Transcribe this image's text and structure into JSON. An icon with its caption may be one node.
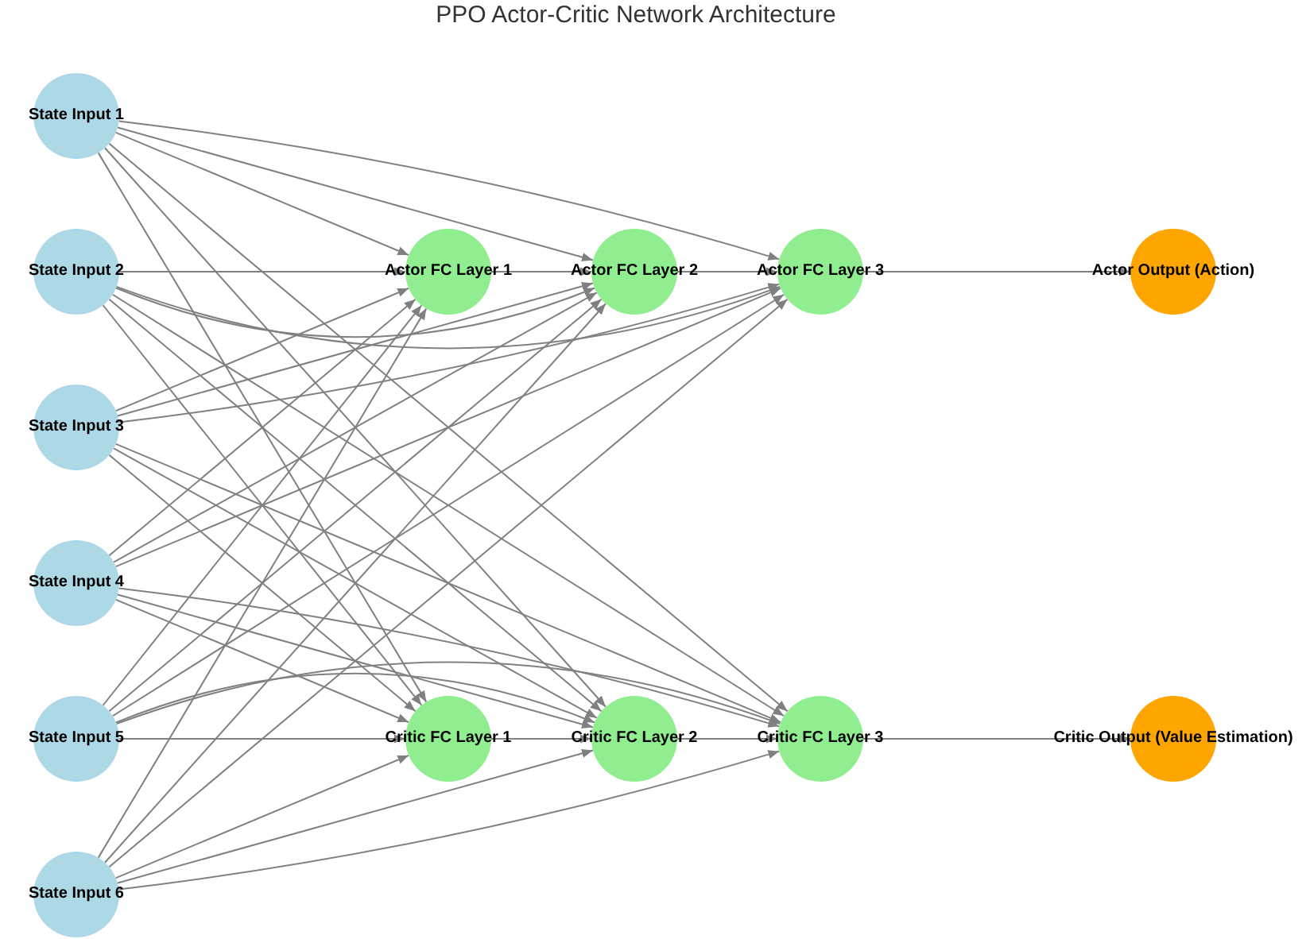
{
  "diagram": {
    "title": "PPO Actor-Critic Network Architecture",
    "nodes": [
      {
        "text": [
          "State Input 1"
        ]
      },
      {
        "text": [
          "State Input 2"
        ]
      },
      {
        "text": [
          "State Input 3"
        ]
      },
      {
        "text": [
          "State Input 4"
        ]
      },
      {
        "text": [
          "State Input 5"
        ]
      },
      {
        "text": [
          "State Input 6"
        ]
      },
      {
        "text": [
          "Actor FC Layer 1"
        ]
      },
      {
        "text": [
          "Actor FC Layer 2"
        ]
      },
      {
        "text": [
          "Actor FC Layer 3"
        ]
      },
      {
        "text": [
          "Critic FC Layer 1"
        ]
      },
      {
        "text": [
          "Critic FC Layer 2"
        ]
      },
      {
        "text": [
          "Critic FC Layer 3"
        ]
      },
      {
        "text": [
          "Actor Output (Action)"
        ]
      },
      {
        "text": [
          "Critic Output (Value Estimation)"
        ]
      }
    ],
    "edges": [
      {
        "from": 0,
        "to": 6,
        "arrow": "to"
      },
      {
        "from": 0,
        "to": 7,
        "arrow": "to"
      },
      {
        "from": 0,
        "to": 8,
        "arrow": "to"
      },
      {
        "from": 0,
        "to": 9,
        "arrow": "to"
      },
      {
        "from": 0,
        "to": 10,
        "arrow": "to"
      },
      {
        "from": 0,
        "to": 11,
        "arrow": "to"
      },
      {
        "from": 1,
        "to": 6,
        "arrow": "to"
      },
      {
        "from": 1,
        "to": 7,
        "arrow": "to"
      },
      {
        "from": 1,
        "to": 8,
        "arrow": "to"
      },
      {
        "from": 1,
        "to": 9,
        "arrow": "to"
      },
      {
        "from": 1,
        "to": 10,
        "arrow": "to"
      },
      {
        "from": 1,
        "to": 11,
        "arrow": "to"
      },
      {
        "from": 2,
        "to": 6,
        "arrow": "to"
      },
      {
        "from": 2,
        "to": 7,
        "arrow": "to"
      },
      {
        "from": 2,
        "to": 8,
        "arrow": "to"
      },
      {
        "from": 2,
        "to": 9,
        "arrow": "to"
      },
      {
        "from": 2,
        "to": 10,
        "arrow": "to"
      },
      {
        "from": 2,
        "to": 11,
        "arrow": "to"
      },
      {
        "from": 3,
        "to": 6,
        "arrow": "to"
      },
      {
        "from": 3,
        "to": 7,
        "arrow": "to"
      },
      {
        "from": 3,
        "to": 8,
        "arrow": "to"
      },
      {
        "from": 3,
        "to": 9,
        "arrow": "to"
      },
      {
        "from": 3,
        "to": 10,
        "arrow": "to"
      },
      {
        "from": 3,
        "to": 11,
        "arrow": "to"
      },
      {
        "from": 4,
        "to": 6,
        "arrow": "to"
      },
      {
        "from": 4,
        "to": 7,
        "arrow": "to"
      },
      {
        "from": 4,
        "to": 8,
        "arrow": "to"
      },
      {
        "from": 4,
        "to": 9,
        "arrow": "to"
      },
      {
        "from": 4,
        "to": 10,
        "arrow": "to"
      },
      {
        "from": 4,
        "to": 11,
        "arrow": "to"
      },
      {
        "from": 5,
        "to": 6,
        "arrow": "to"
      },
      {
        "from": 5,
        "to": 7,
        "arrow": "to"
      },
      {
        "from": 5,
        "to": 8,
        "arrow": "to"
      },
      {
        "from": 5,
        "to": 9,
        "arrow": "to"
      },
      {
        "from": 5,
        "to": 10,
        "arrow": "to"
      },
      {
        "from": 5,
        "to": 11,
        "arrow": "to"
      },
      {
        "from": 6,
        "to": 7,
        "arrow": "to"
      },
      {
        "from": 7,
        "to": 8,
        "arrow": "to"
      },
      {
        "from": 9,
        "to": 10,
        "arrow": "to"
      },
      {
        "from": 10,
        "to": 11,
        "arrow": "to"
      },
      {
        "from": 8,
        "to": 12,
        "arrow": "to"
      },
      {
        "from": 11,
        "to": 13,
        "arrow": "to"
      }
    ]
  }
}
